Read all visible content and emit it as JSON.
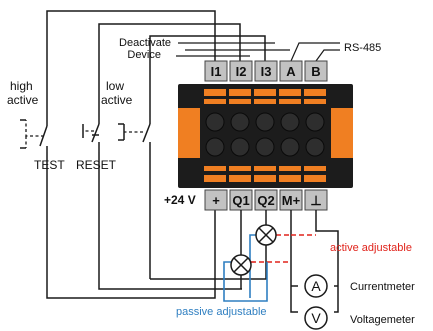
{
  "labels": {
    "deactivate_line1": "Deactivate",
    "deactivate_line2": "Device",
    "rs485": "RS-485",
    "high_active_line1": "high",
    "high_active_line2": "active",
    "low_active_line1": "low",
    "low_active_line2": "active",
    "test": "TEST",
    "reset": "RESET",
    "supply_24v": "+24 V",
    "active_adjustable": "active adjustable",
    "passive_adjustable": "passive adjustable",
    "currentmeter": "Currentmeter",
    "voltagemeter": "Voltagemeter",
    "ammeter_symbol": "A",
    "voltmeter_symbol": "V"
  },
  "top_terminals": [
    "I1",
    "I2",
    "I3",
    "A",
    "B"
  ],
  "bottom_terminals": [
    "+",
    "Q1",
    "Q2",
    "M+",
    "⊥"
  ],
  "colors": {
    "terminal_orange": "#f07f22",
    "terminal_black": "#1c1c1c",
    "passive_wire": "#2f7fc1",
    "active_wire": "#e0231b",
    "terminal_box": "#c2c2c2"
  }
}
